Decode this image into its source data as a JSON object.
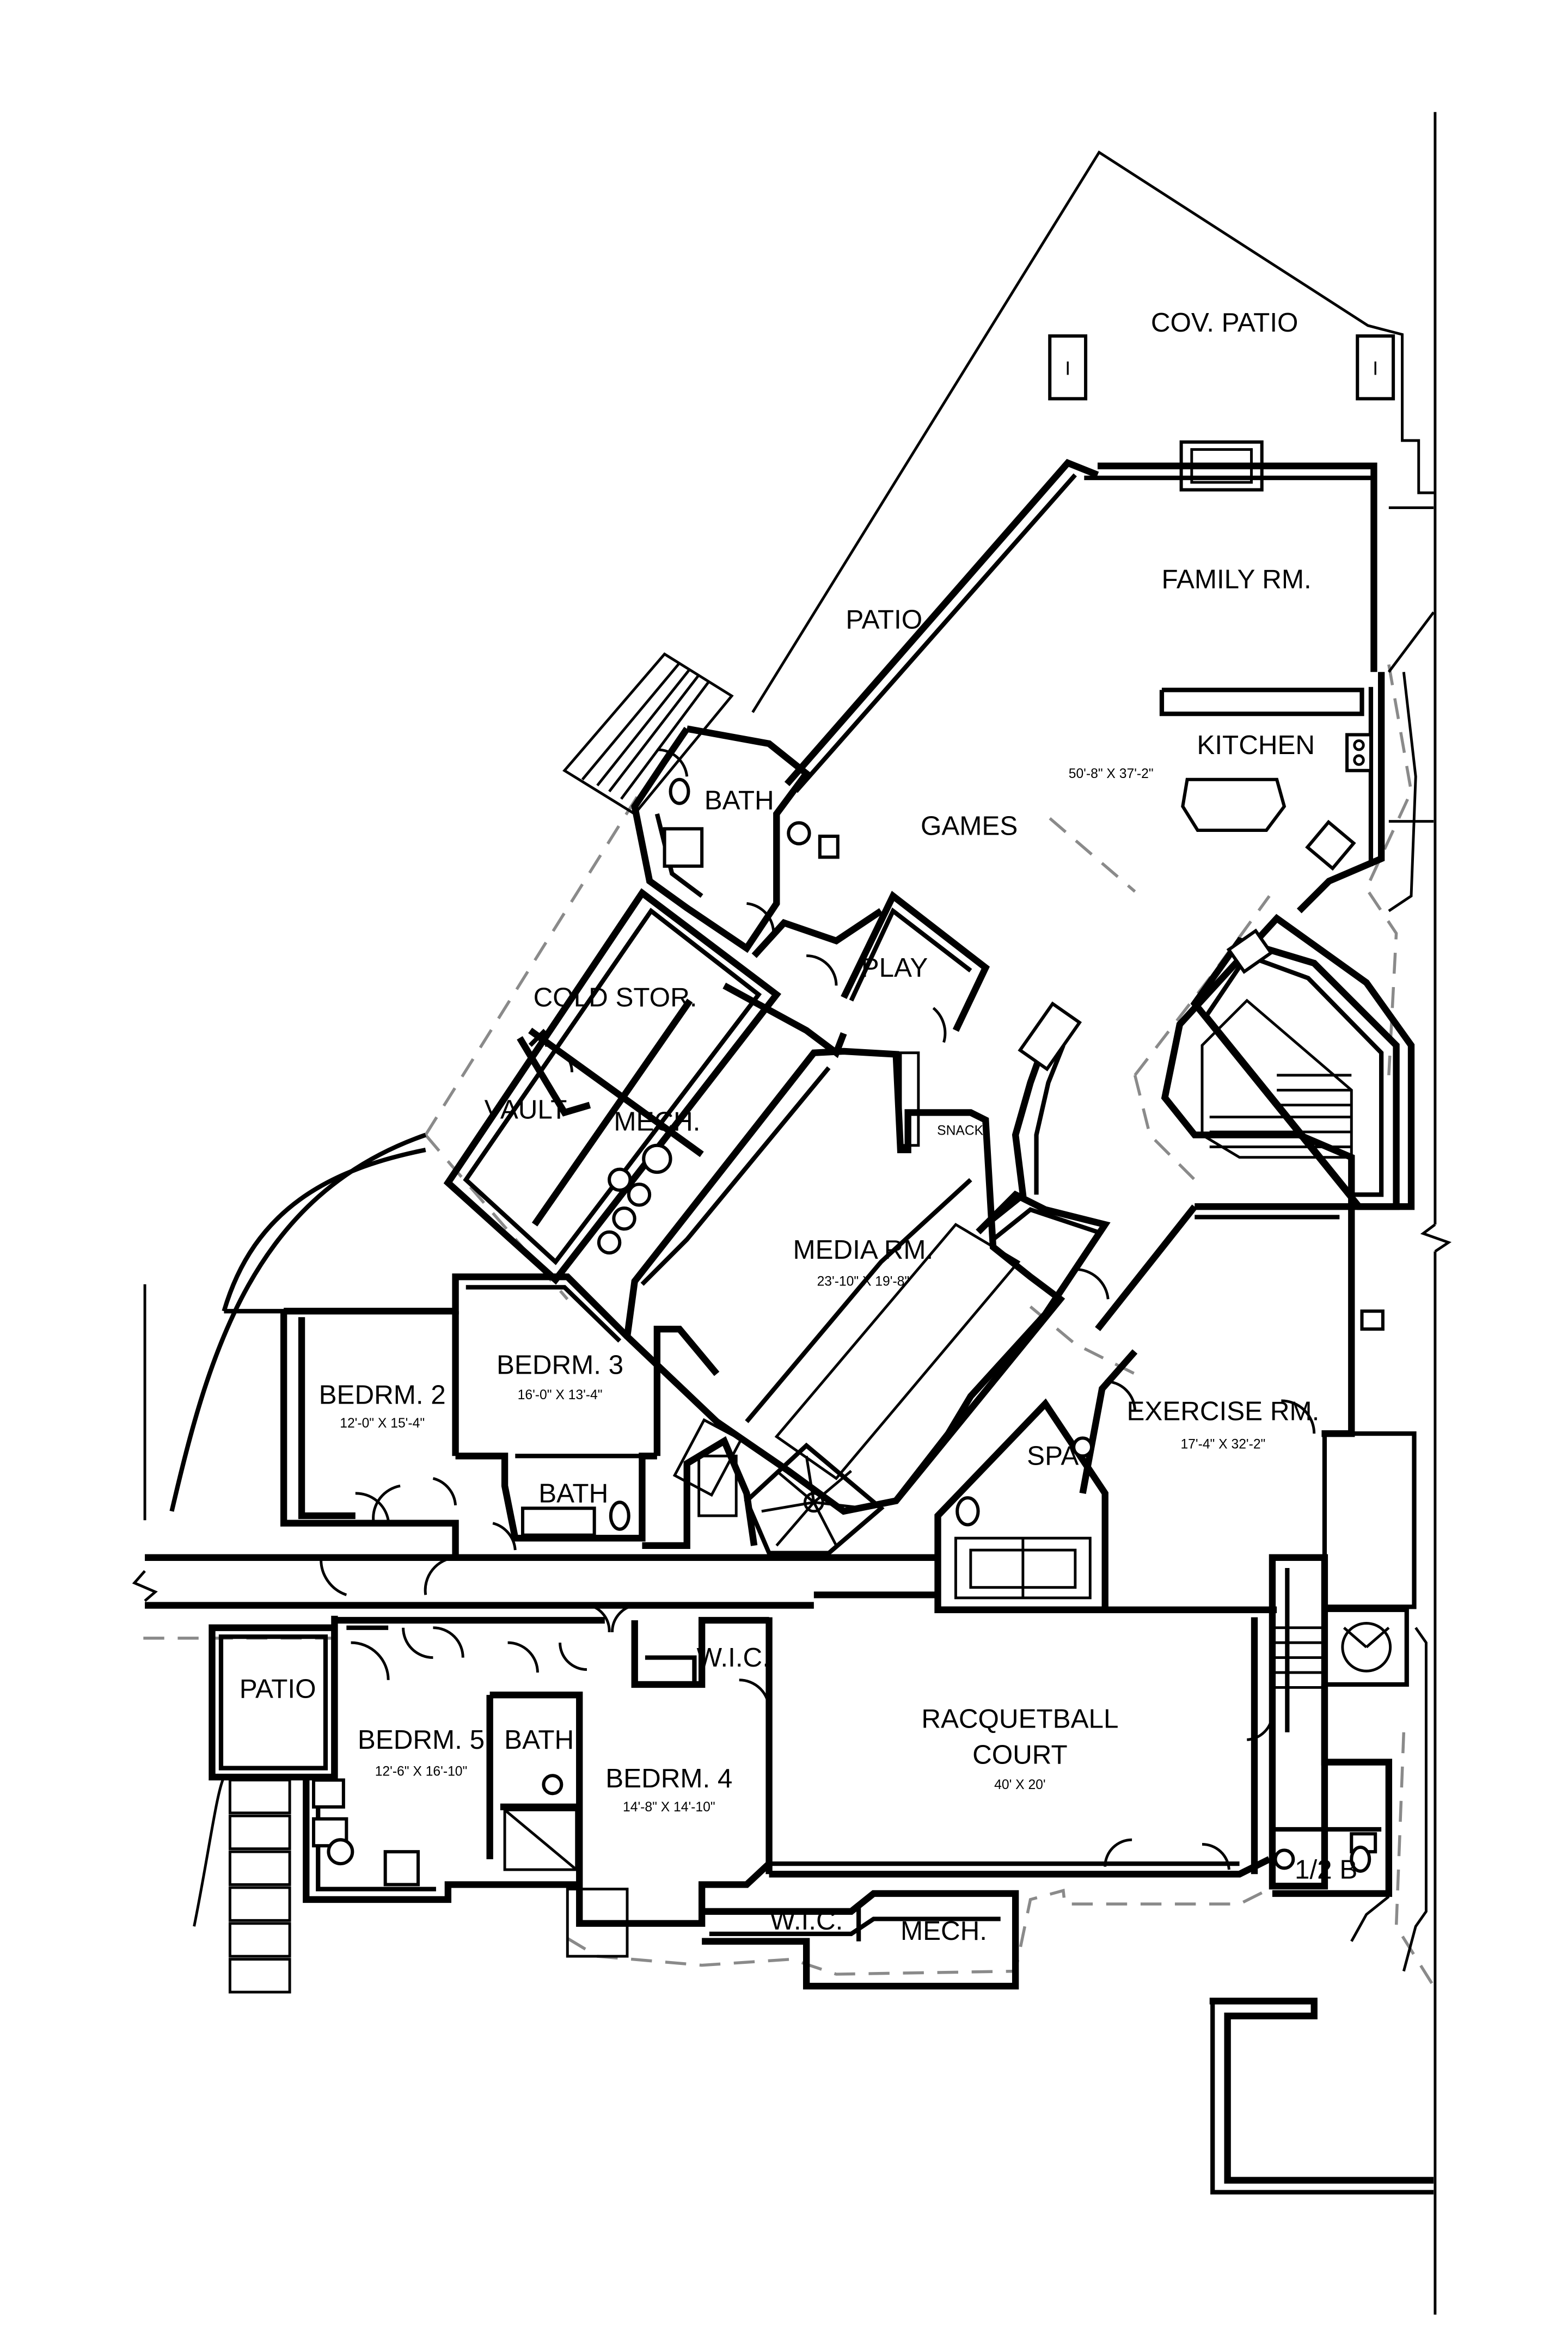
{
  "rooms": {
    "cov_patio": "COV. PATIO",
    "family": "FAMILY RM.",
    "patio_upper": "PATIO",
    "kitchen": "KITCHEN",
    "games_dims": "50'-8\" X 37'-2\"",
    "bath_upper": "BATH",
    "games": "GAMES",
    "play": "PLAY",
    "cold_stor": "COLD STOR.",
    "vault": "VAULT",
    "mech_upper": "MECH.",
    "snack": "SNACK",
    "media": "MEDIA RM.",
    "media_dims": "23'-10\" X 19'-8\"",
    "bedrm3": "BEDRM. 3",
    "bedrm3_dims": "16'-0\" X 13'-4\"",
    "bedrm2": "BEDRM. 2",
    "bedrm2_dims": "12'-0\" X 15'-4\"",
    "exercise": "EXERCISE RM.",
    "exercise_dims": "17'-4\" X 32'-2\"",
    "bath_mid": "BATH",
    "spa": "SPA",
    "wic_upper": "W.I.C.",
    "patio_lower": "PATIO",
    "racquetball": "RACQUETBALL",
    "court": "COURT",
    "racquetball_dims": "40' X 20'",
    "bedrm5": "BEDRM. 5",
    "bath_lower": "BATH",
    "bedrm5_dims": "12'-6\" X 16'-10\"",
    "bedrm4": "BEDRM. 4",
    "bedrm4_dims": "14'-8\" X 14'-10\"",
    "half_bath": "1/2 B",
    "wic_lower": "W.I.C.",
    "mech_lower": "MECH."
  },
  "column_mark": "I"
}
